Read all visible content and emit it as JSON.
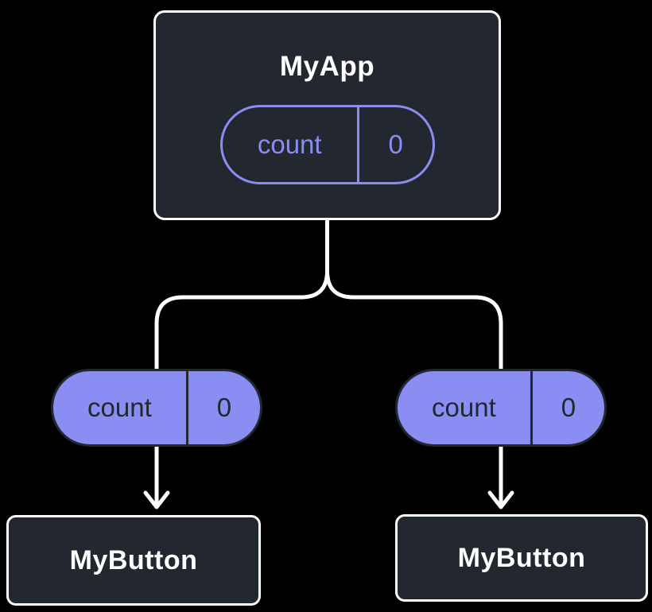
{
  "diagram": {
    "colors": {
      "background": "#000000",
      "card_fill": "#23272f",
      "card_border": "#ffffff",
      "accent": "#8a8df2",
      "pill_text_dark": "#23272f",
      "connector": "#ffffff",
      "title_text": "#ffffff"
    },
    "root": {
      "title": "MyApp",
      "state": {
        "name": "count",
        "value": "0"
      }
    },
    "children": [
      {
        "title": "MyButton",
        "prop": {
          "name": "count",
          "value": "0"
        }
      },
      {
        "title": "MyButton",
        "prop": {
          "name": "count",
          "value": "0"
        }
      }
    ]
  }
}
